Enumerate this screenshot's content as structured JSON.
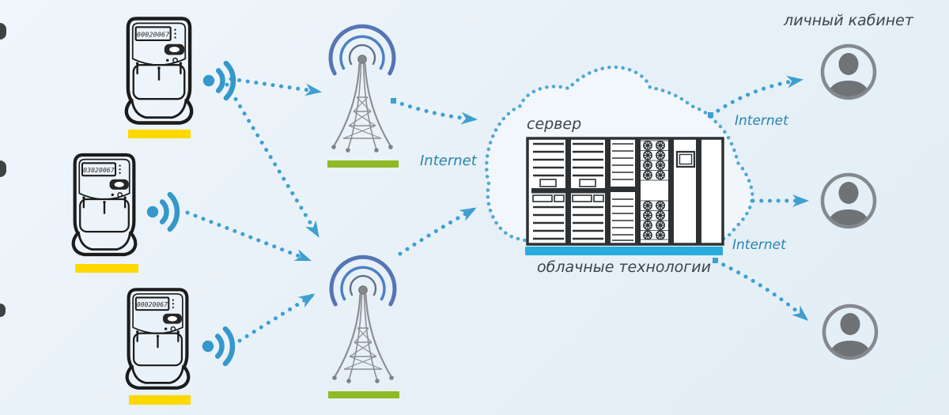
{
  "meters": [
    {
      "id": "meter-1",
      "display_value": "00020067"
    },
    {
      "id": "meter-2",
      "display_value": "03020067"
    },
    {
      "id": "meter-3",
      "display_value": "00020067"
    }
  ],
  "labels": {
    "internet_tower": "Internet",
    "internet_user_top": "Internet",
    "internet_user_bottom": "Internet",
    "server": "сервер",
    "cloud_technologies": "облачные технологии",
    "personal_account": "личный кабинет"
  },
  "icons": {
    "wifi-signal-icon": "filled dot with two radio arcs",
    "cell-tower-icon": "lattice mast with concentric signal arcs",
    "server-rack-icon": "server cabinet with vented slats, fans and monitor",
    "cloud-outline-icon": "dotted cloud outline",
    "user-avatar-icon": "person silhouette in circle",
    "dotted-arrow-icon": "dotted line with solid chevron arrowhead"
  },
  "colors": {
    "connection_blue": "#3f9fd0",
    "cloud_outline_blue": "#4fa8d6",
    "wifi_blue": "#3498cb",
    "internet_text": "#2b84ad",
    "dark_text": "#3e4449",
    "meter_bar_yellow": "#ffd800",
    "tower_bar_green": "#8fba26",
    "server_bar_cyan": "#29abdd",
    "arc_outer": "#5575b4",
    "arc_mid": "#4d80c4",
    "arc_inner": "#61718b",
    "user_gray": "#6f7376",
    "rack_dark": "#2d3134"
  }
}
